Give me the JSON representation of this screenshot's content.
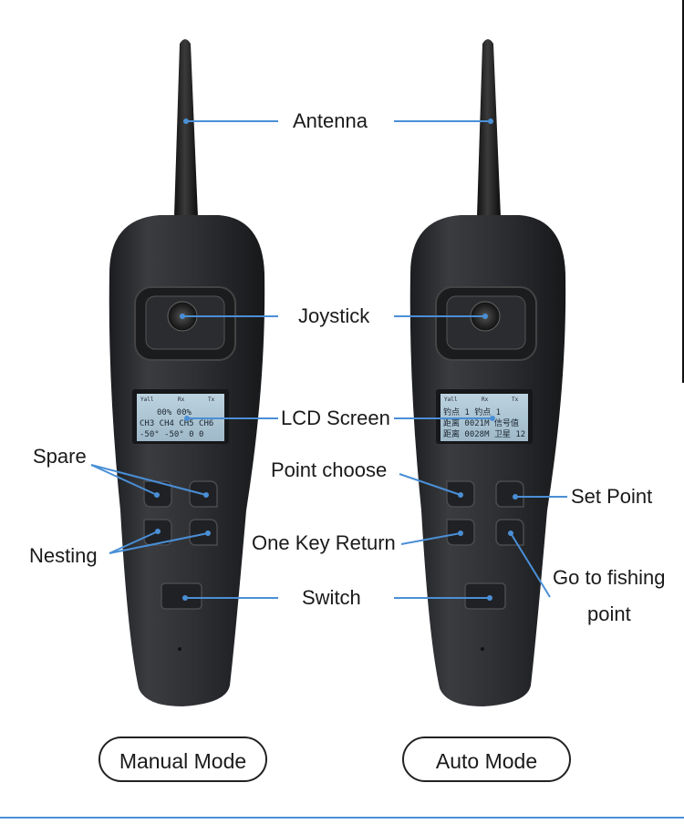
{
  "labels": {
    "antenna": "Antenna",
    "joystick": "Joystick",
    "lcd_screen": "LCD Screen",
    "spare": "Spare",
    "nesting": "Nesting",
    "point_choose": "Point choose",
    "set_point": "Set Point",
    "one_key_return": "One Key Return",
    "switch": "Switch",
    "go_to_fishing_line1": "Go to fishing",
    "go_to_fishing_line2": "point"
  },
  "modes": {
    "manual": "Manual Mode",
    "auto": "Auto Mode"
  },
  "lcd_manual": {
    "row1": "00%     00%",
    "row2": "CH3 CH4 CH5 CH6",
    "row3": "-50° -50°  0   0"
  },
  "lcd_auto": {
    "row1": "钓点  1    钓点 1",
    "row2": "距离 0021M 信号值",
    "row3": "距离 0028M 卫星 12"
  },
  "colors": {
    "callout_line": "#4a8fd6",
    "device_body": "#2b2d30",
    "lcd_background": "#a9c4d4"
  }
}
